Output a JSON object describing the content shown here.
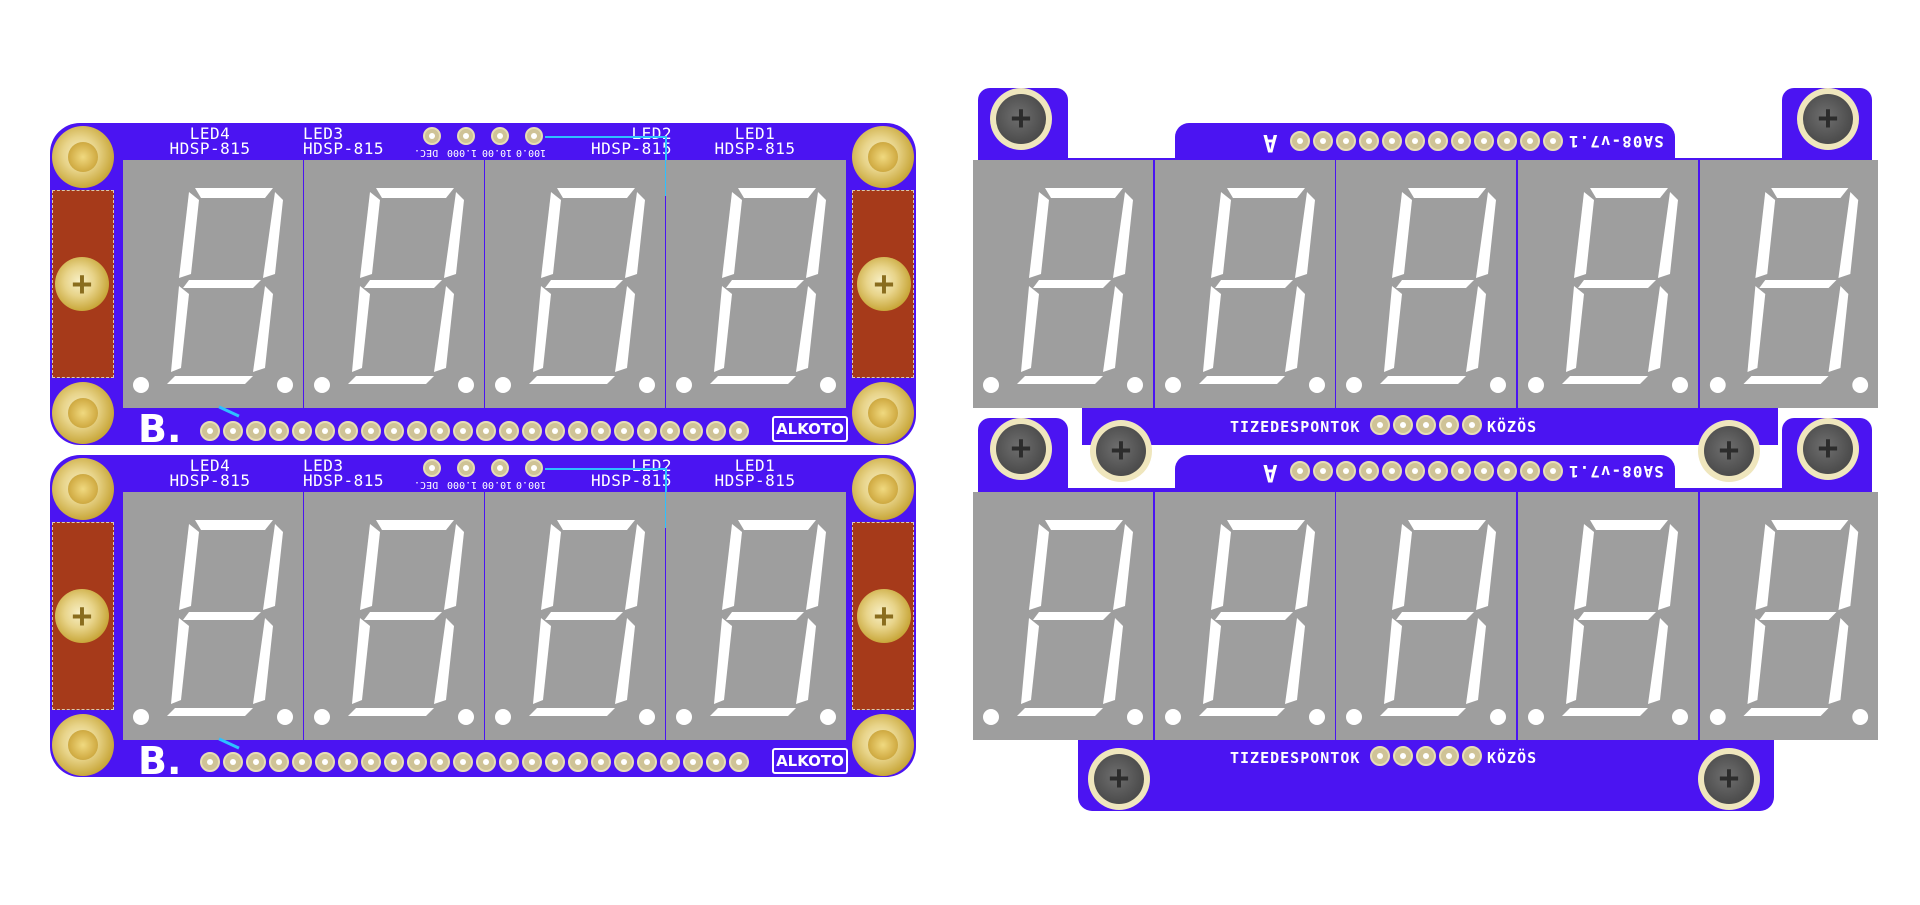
{
  "boards_b": [
    {
      "leds": [
        {
          "name": "LED4",
          "part": "HDSP-815"
        },
        {
          "name": "LED3",
          "part": "HDSP-815"
        },
        {
          "name": "LED2",
          "part": "HDSP-815"
        },
        {
          "name": "LED1",
          "part": "HDSP-815"
        }
      ],
      "dec_labels": [
        "DEC.",
        "1.000",
        "10.00",
        "100.0"
      ],
      "side_letter": "B.",
      "logo": "ALKOTO"
    },
    {
      "leds": [
        {
          "name": "LED4",
          "part": "HDSP-815"
        },
        {
          "name": "LED3",
          "part": "HDSP-815"
        },
        {
          "name": "LED2",
          "part": "HDSP-815"
        },
        {
          "name": "LED1",
          "part": "HDSP-815"
        }
      ],
      "dec_labels": [
        "DEC.",
        "1.000",
        "10.00",
        "100.0"
      ],
      "side_letter": "B.",
      "logo": "ALKOTO"
    }
  ],
  "boards_a": [
    {
      "version": "SA08-v7.1",
      "side_letter": "A",
      "pins_label": "TIZEDESPONTOK",
      "common_label": "KÖZÖS"
    },
    {
      "version": "SA08-v7.1",
      "side_letter": "A",
      "pins_label": "TIZEDESPONTOK",
      "common_label": "KÖZÖS"
    }
  ],
  "colors": {
    "pcb": "#4b14f2",
    "silkscreen": "#ffffff",
    "display": "#9e9e9e",
    "copper": "#a63a1a",
    "trace": "#2ec0ff"
  }
}
